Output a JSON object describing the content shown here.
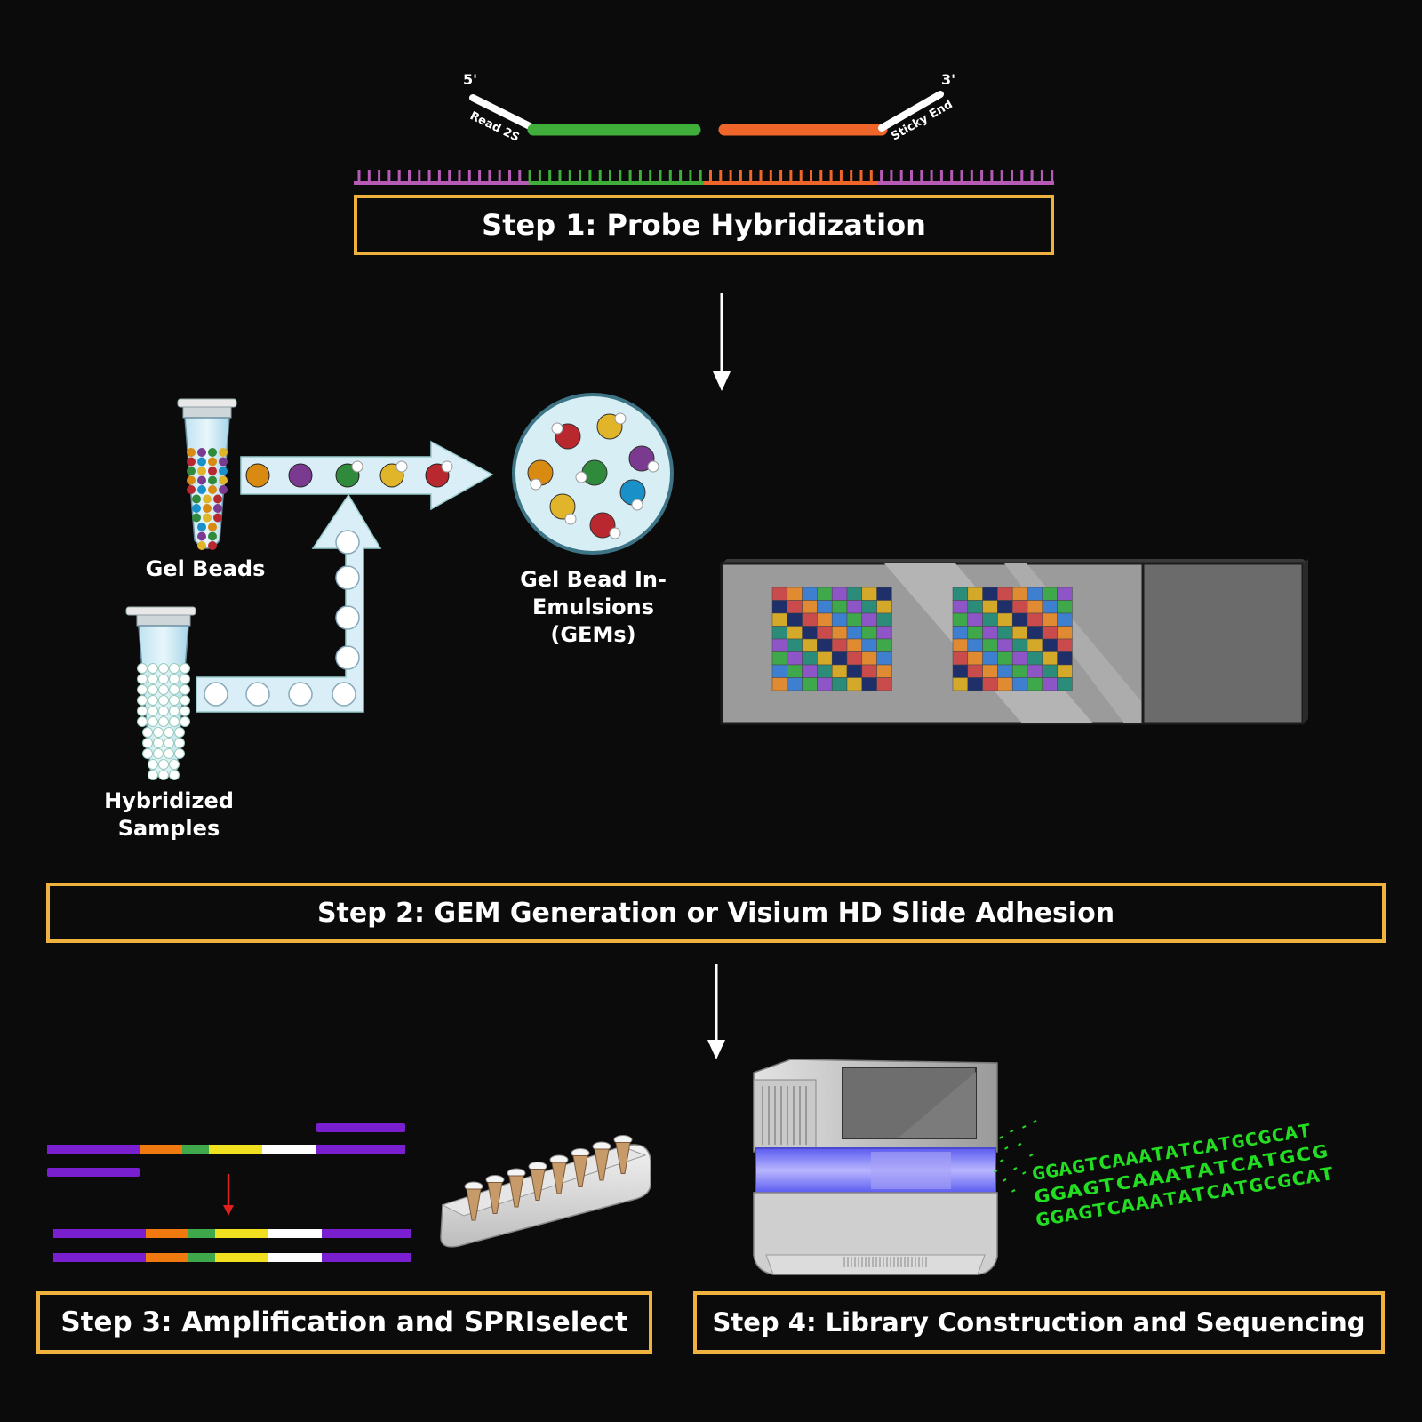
{
  "probe": {
    "five_prime": "5'",
    "three_prime": "3'",
    "left_arm_label": "Read 2S",
    "right_arm_label": "Sticky End"
  },
  "steps": {
    "step1": "Step 1: Probe Hybridization",
    "step2": "Step 2: GEM Generation or Visium HD Slide Adhesion",
    "step3": "Step 3: Amplification and SPRIselect",
    "step4": "Step 4: Library Construction and Sequencing"
  },
  "labels": {
    "gel_beads": "Gel Beads",
    "hybridized_line1": "Hybridized",
    "hybridized_line2": "Samples",
    "gems_line1": "Gel Bead In-",
    "gems_line2": "Emulsions",
    "gems_line3": "(GEMs)"
  },
  "sequences": [
    "GGAGTCAAATATCATGCGCAT",
    "GGAGTCAAATATCATGCG",
    "GGAGTCAAATATCATGCGCAT"
  ],
  "colors": {
    "background": "#0b0b0b",
    "box_border": "#f0b23e",
    "probe_green": "#3fae3a",
    "probe_orange": "#f0662a",
    "probe_purple": "#b55bb5",
    "seq_green": "#22dd22",
    "strand_purple": "#7a1fd0",
    "arrow_red": "#e02020"
  }
}
